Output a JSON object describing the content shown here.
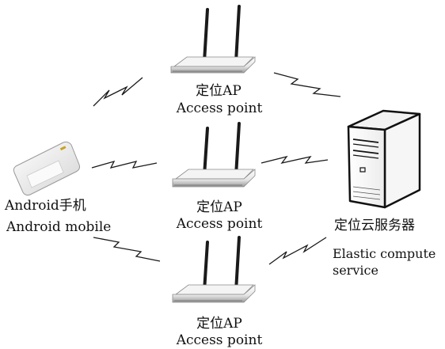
{
  "access_points": [
    {
      "label_cn": "定位AP",
      "label_en": "Access point"
    },
    {
      "label_cn": "定位AP",
      "label_en": "Access point"
    },
    {
      "label_cn": "定位AP",
      "label_en": "Access point"
    }
  ],
  "mobile": {
    "label_cn": "Android手机",
    "label_en": "Android mobile"
  },
  "server": {
    "label_cn": "定位云服务器",
    "label_en_line1": "Elastic compute",
    "label_en_line2": "service"
  },
  "icons": {
    "router": "wireless-router-icon",
    "phone": "android-phone-icon",
    "server": "server-tower-icon",
    "link": "wireless-signal-icon"
  }
}
